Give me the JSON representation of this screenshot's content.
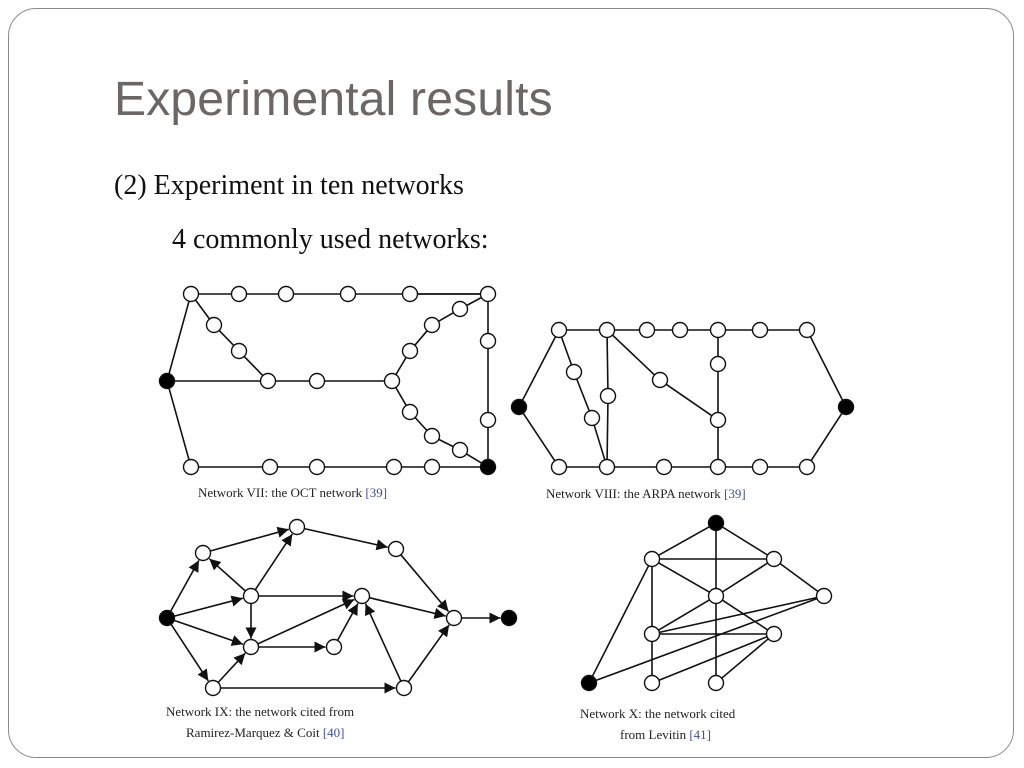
{
  "slide": {
    "title": "Experimental results",
    "line1": "(2) Experiment in ten networks",
    "line2": "4 commonly used networks:"
  },
  "colors": {
    "node_fill": "#ffffff",
    "terminal_fill": "#000000",
    "reference": "#3d4fa0"
  },
  "networks": [
    {
      "id": "vii",
      "caption_lines": [
        {
          "text": "Network VII: the OCT network ",
          "ref": "[39]"
        }
      ],
      "directed": false,
      "terminals": [
        "A",
        "T"
      ],
      "nodes": [
        "S",
        "A",
        "B",
        "C",
        "D",
        "E",
        "F",
        "T",
        "G",
        "H",
        "I",
        "J",
        "K",
        "L",
        "M",
        "Y",
        "N",
        "O",
        "P",
        "Q",
        "R",
        "U",
        "V",
        "W",
        "X",
        "Z"
      ]
    },
    {
      "id": "viii",
      "caption_lines": [
        {
          "text": "Network VIII: the ARPA network ",
          "ref": "[39]"
        }
      ],
      "directed": false,
      "terminals": [
        "S",
        "T"
      ],
      "nodes": [
        "S",
        "T",
        "a1",
        "a2",
        "a3",
        "a4",
        "a5",
        "a6",
        "a7",
        "b1",
        "b2",
        "b3",
        "b4",
        "b5",
        "b6",
        "b7",
        "n1",
        "n2",
        "n3",
        "n4",
        "n5",
        "n6"
      ]
    },
    {
      "id": "ix",
      "caption_lines": [
        {
          "text": "Network IX: the network cited from",
          "ref": ""
        },
        {
          "text": "Ramirez-Marquez & Coit ",
          "ref": "[40]"
        }
      ],
      "directed": true,
      "terminals": [
        "S",
        "T"
      ],
      "nodes": [
        "S",
        "T",
        "A",
        "B",
        "C",
        "D",
        "E",
        "F",
        "G",
        "H",
        "I",
        "J",
        "K"
      ]
    },
    {
      "id": "x",
      "caption_lines": [
        {
          "text": "Network X: the network cited",
          "ref": ""
        },
        {
          "text": "from Levitin ",
          "ref": "[41]"
        }
      ],
      "directed": false,
      "terminals": [
        "S",
        "T"
      ],
      "nodes": [
        "S",
        "T",
        "A",
        "B",
        "C",
        "D",
        "E",
        "F",
        "G",
        "H"
      ]
    }
  ]
}
